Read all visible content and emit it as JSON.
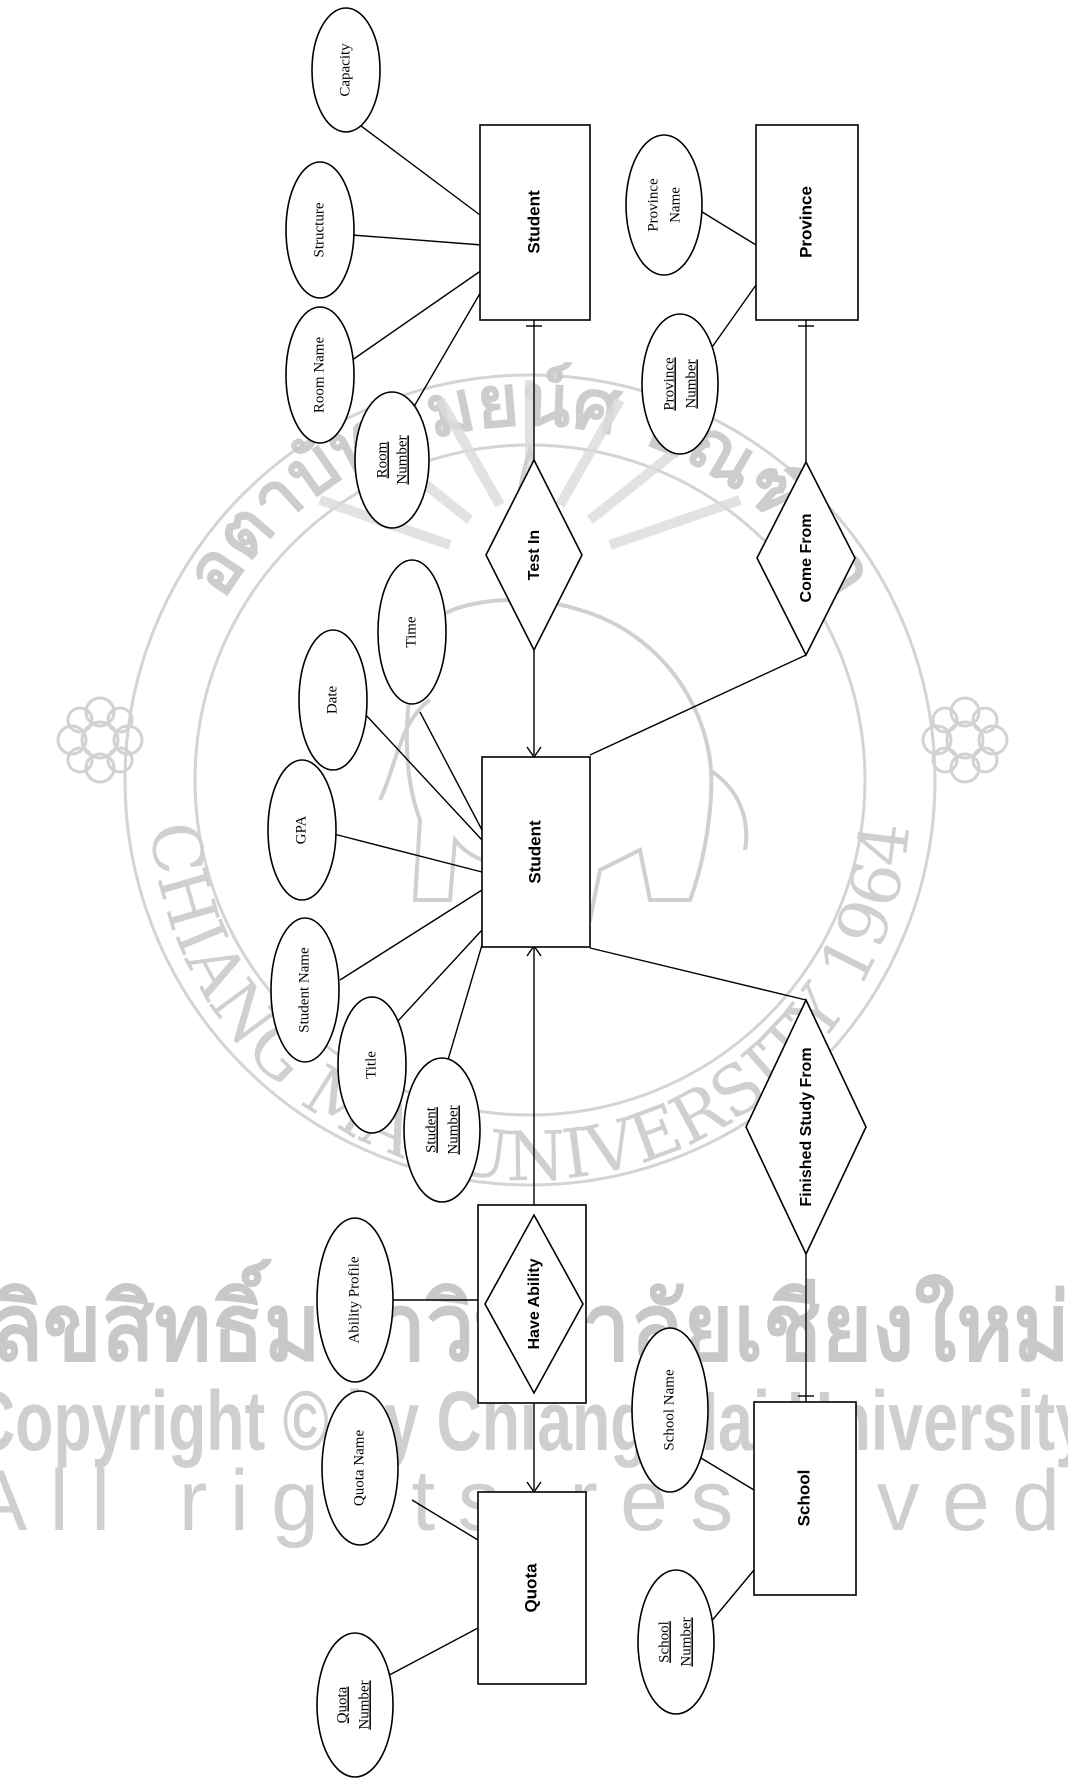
{
  "watermark": {
    "ring_top_text": "อตาบัททมยน์ศ บัณฑิตา",
    "ring_bottom_text": "CHIANG MAI UNIVERSITY 1964",
    "thai_line": "ลิขสิทธิ์มหาวิทยาลัยเชียงใหม่",
    "copyright_line": "Copyright © by Chiang Mai University",
    "rights_line": "All rights reserved"
  },
  "entities": {
    "room": "Student",
    "student": "Student",
    "province": "Province",
    "quota": "Quota",
    "school": "School"
  },
  "relationships": {
    "test_in": "Test In",
    "come_from": "Come From",
    "have_ability": "Have Ability",
    "finished_study_from": "Finished Study From"
  },
  "attributes": {
    "capacity": "Capacity",
    "structure": "Structure",
    "room_name": "Room Name",
    "room_number": [
      "Room",
      "Number"
    ],
    "province_name": [
      "Province",
      "Name"
    ],
    "province_number": [
      "Province",
      "Number"
    ],
    "date": "Date",
    "time": "Time",
    "gpa": "GPA",
    "student_name": "Student Name",
    "title": "Title",
    "student_number": [
      "Student",
      "Number"
    ],
    "ability_profile": "Ability Profile",
    "quota_name": "Quota Name",
    "quota_number": [
      "Quota",
      "Number"
    ],
    "school_name": "School Name",
    "school_number": [
      "School",
      "Number"
    ]
  }
}
